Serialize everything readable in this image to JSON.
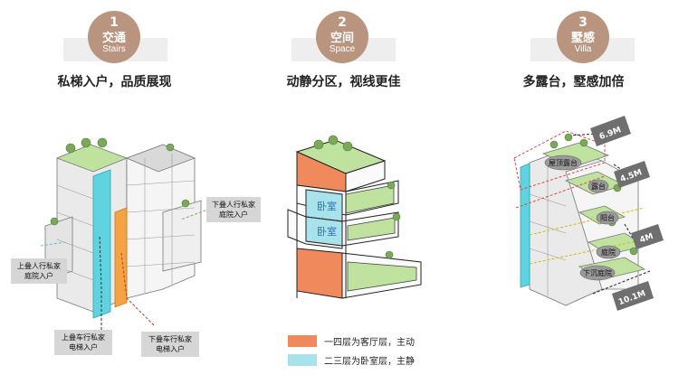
{
  "sections": [
    {
      "number": "1",
      "title_cn": "交通",
      "title_en": "Stairs",
      "heading": "私梯入户，品质展现"
    },
    {
      "number": "2",
      "title_cn": "空间",
      "title_en": "Space",
      "heading": "动静分区，视线更佳"
    },
    {
      "number": "3",
      "title_cn": "墅感",
      "title_en": "Villa",
      "heading": "多露台，墅感加倍"
    }
  ],
  "stairs_callouts": {
    "lower_walk": "下叠人行私家\n庭院入户",
    "upper_walk": "上叠人行私家\n庭院入户",
    "upper_car": "上叠车行私家\n电梯入户",
    "lower_car": "下叠车行私家\n电梯入户"
  },
  "space_labels": {
    "bedroom_1": "卧室",
    "bedroom_2": "卧室"
  },
  "legend": [
    {
      "color": "#f08a5d",
      "label": "一四层为客厅层，主动"
    },
    {
      "color": "#a8e2ea",
      "label": "二三层为卧室层，主静"
    }
  ],
  "villa_labels": {
    "rooftop": "屋顶露台",
    "terrace": "露台",
    "balcony": "阳台",
    "courtyard": "庭院",
    "sunken": "下沉庭院"
  },
  "villa_dims": [
    "6.9M",
    "4.5M",
    "4M",
    "10.1M"
  ],
  "colors": {
    "badge": "#b99580",
    "accent_cyan": "#5fd3e0",
    "accent_orange": "#f08a5d",
    "green": "#9fd27b"
  }
}
